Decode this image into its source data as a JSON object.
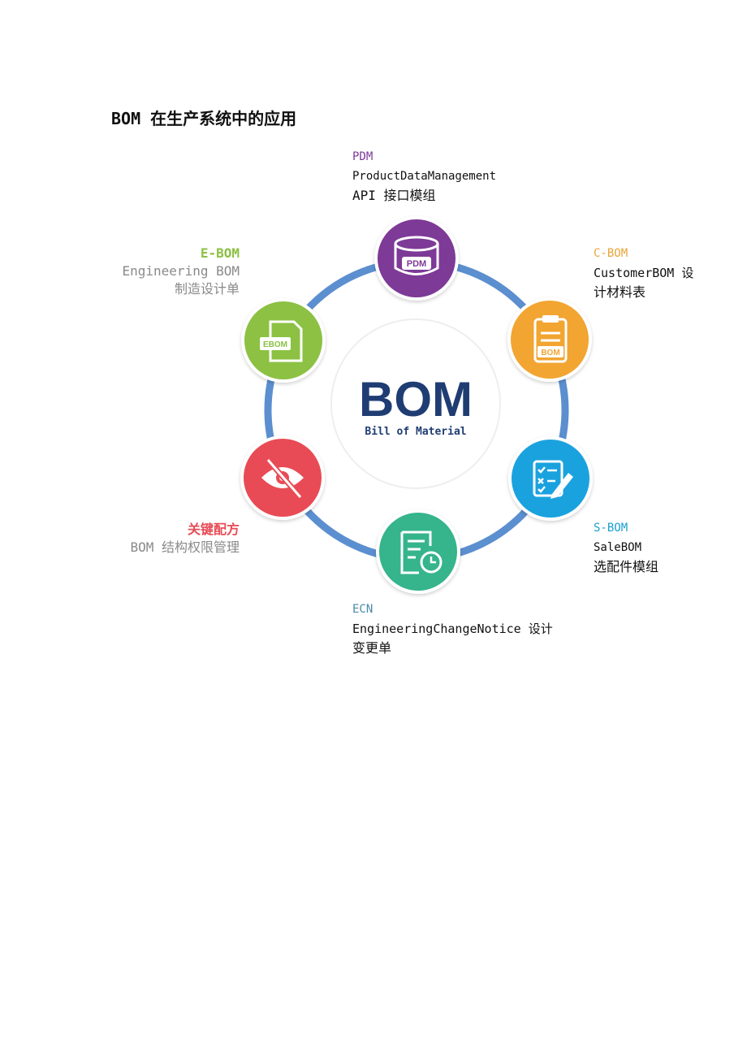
{
  "title": "BOM 在生产系统中的应用",
  "center": {
    "main": "BOM",
    "sub": "Bill of Material"
  },
  "nodes": {
    "pdm": {
      "badge": "PDM",
      "color": "#7d3a97"
    },
    "cbom": {
      "badge": "BOM",
      "color": "#f2a531"
    },
    "sbom": {
      "color": "#1aa2df"
    },
    "ecn": {
      "color": "#36b48c"
    },
    "key": {
      "color": "#e84b55"
    },
    "ebom": {
      "badge": "EBOM",
      "color": "#8cc144"
    }
  },
  "labels": {
    "pdm": {
      "head": "PDM",
      "line1": "ProductDataManagement",
      "line2": "API 接口模组",
      "color": "#7d3a97"
    },
    "cbom": {
      "head": "C-BOM",
      "line1": "CustomerBOM 设",
      "line2": "计材料表",
      "color": "#e8a43a"
    },
    "sbom": {
      "head": "S-BOM",
      "line1": "SaleBOM",
      "line2": "选配件模组",
      "color": "#1a9fd0"
    },
    "ecn": {
      "head": "ECN",
      "line1": "EngineeringChangeNotice 设计",
      "line2": "变更单",
      "color": "#4a8aa8"
    },
    "ebom": {
      "head": "E-BOM",
      "line1": "Engineering BOM",
      "line2": "制造设计单",
      "color": "#8cc144"
    },
    "key": {
      "head": "关键配方",
      "line1": "BOM 结构权限管理",
      "color": "#e84b55"
    }
  },
  "ring_color": "#5b8fcf"
}
